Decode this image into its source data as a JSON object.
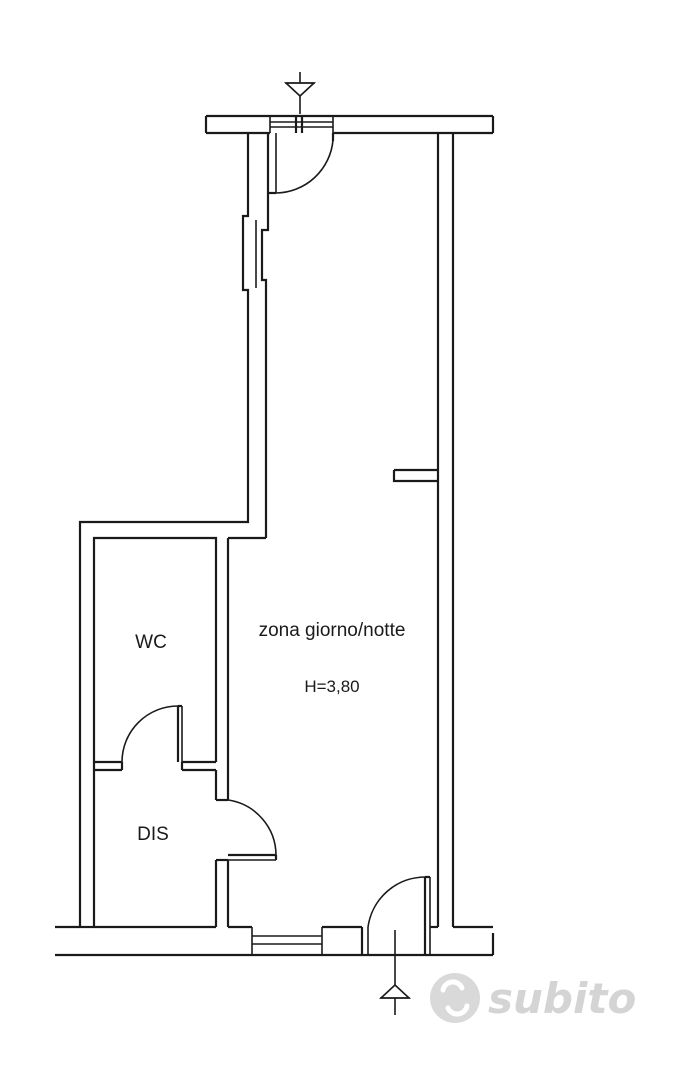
{
  "rooms": [
    {
      "id": "wc",
      "label": "WC"
    },
    {
      "id": "dis",
      "label": "DIS"
    },
    {
      "id": "living",
      "label": "zona giorno/notte"
    }
  ],
  "ceiling_height": "H=3,80",
  "watermark": {
    "text": "subito",
    "color": "#d4d4d4"
  },
  "colors": {
    "wall": "#1a1a1a",
    "background": "#ffffff"
  }
}
